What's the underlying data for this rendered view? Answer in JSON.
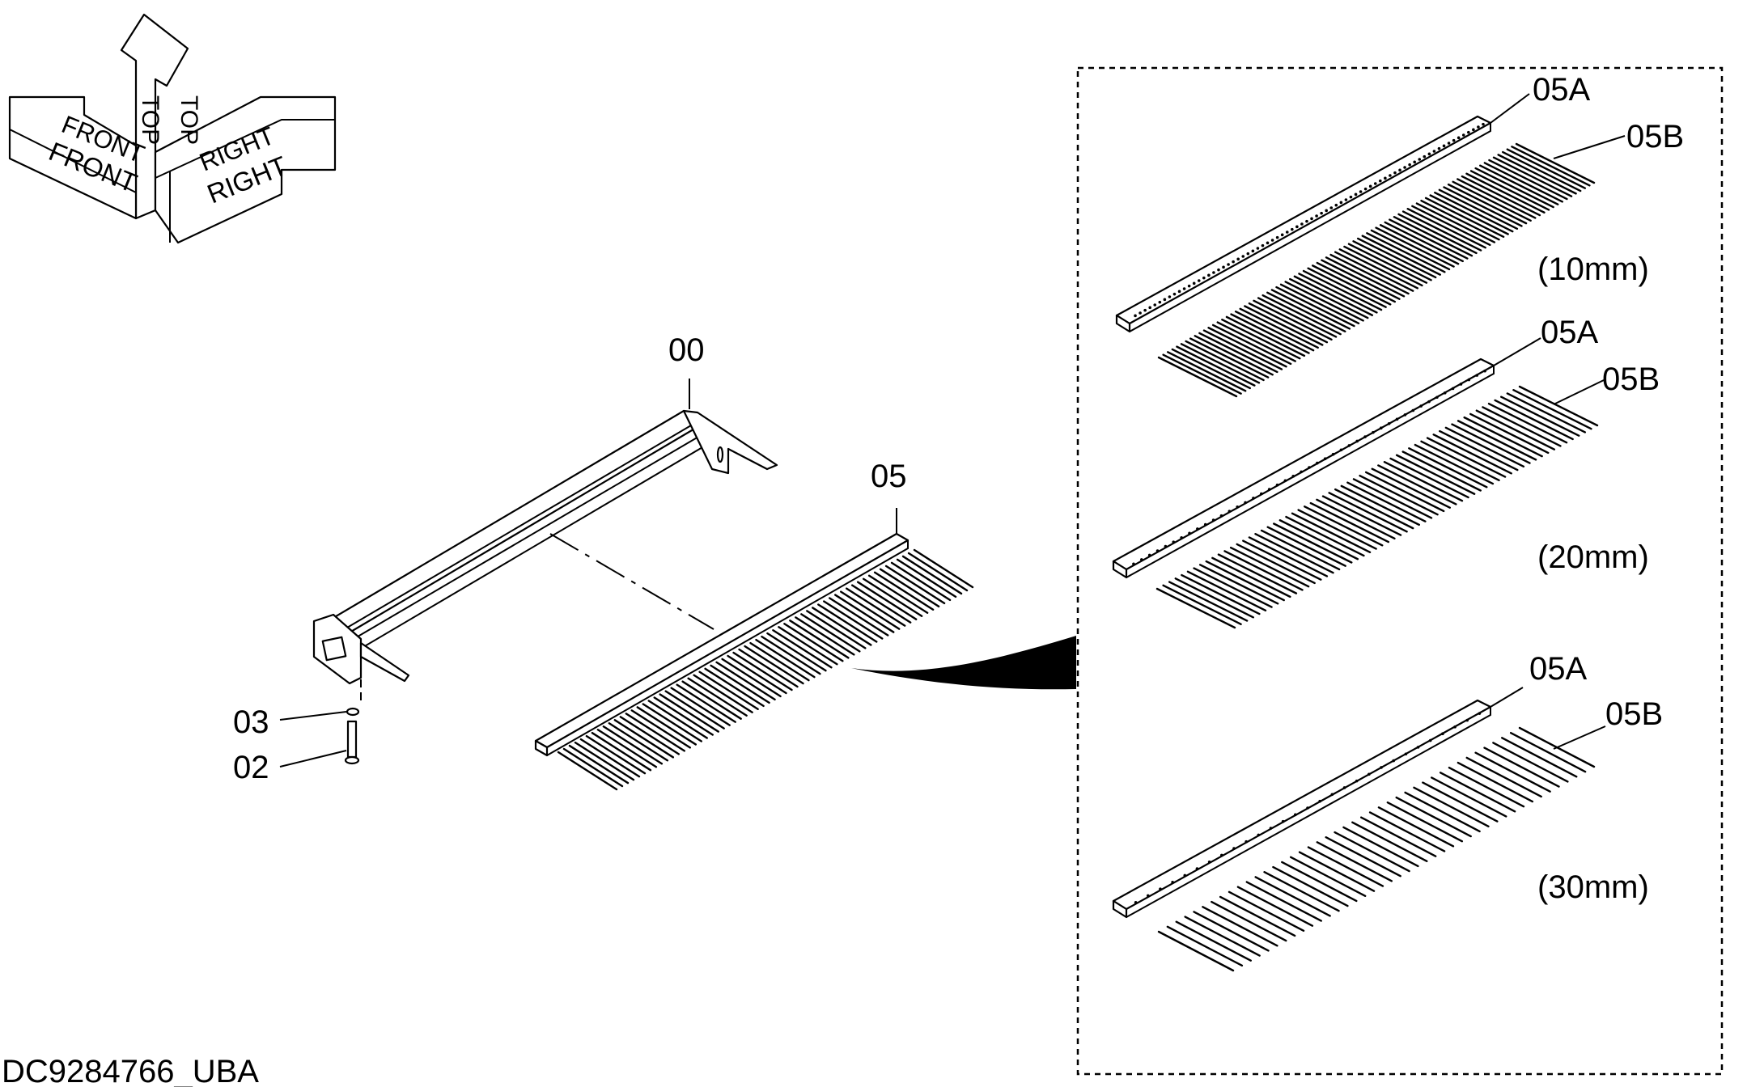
{
  "orientation": {
    "front_label": "FRONT",
    "top_label": "TOP",
    "right_label": "RIGHT"
  },
  "callouts": {
    "frame": "00",
    "comb": "05",
    "screw": "02",
    "washer": "03"
  },
  "detail": {
    "variants": [
      {
        "strip_label": "05A",
        "teeth_label": "05B",
        "size": "(10mm)",
        "tooth_count": 80
      },
      {
        "strip_label": "05A",
        "teeth_label": "05B",
        "size": "(20mm)",
        "tooth_count": 60
      },
      {
        "strip_label": "05A",
        "teeth_label": "05B",
        "size": "(30mm)",
        "tooth_count": 42
      }
    ]
  },
  "drawing_id": "DC9284766_UBA"
}
